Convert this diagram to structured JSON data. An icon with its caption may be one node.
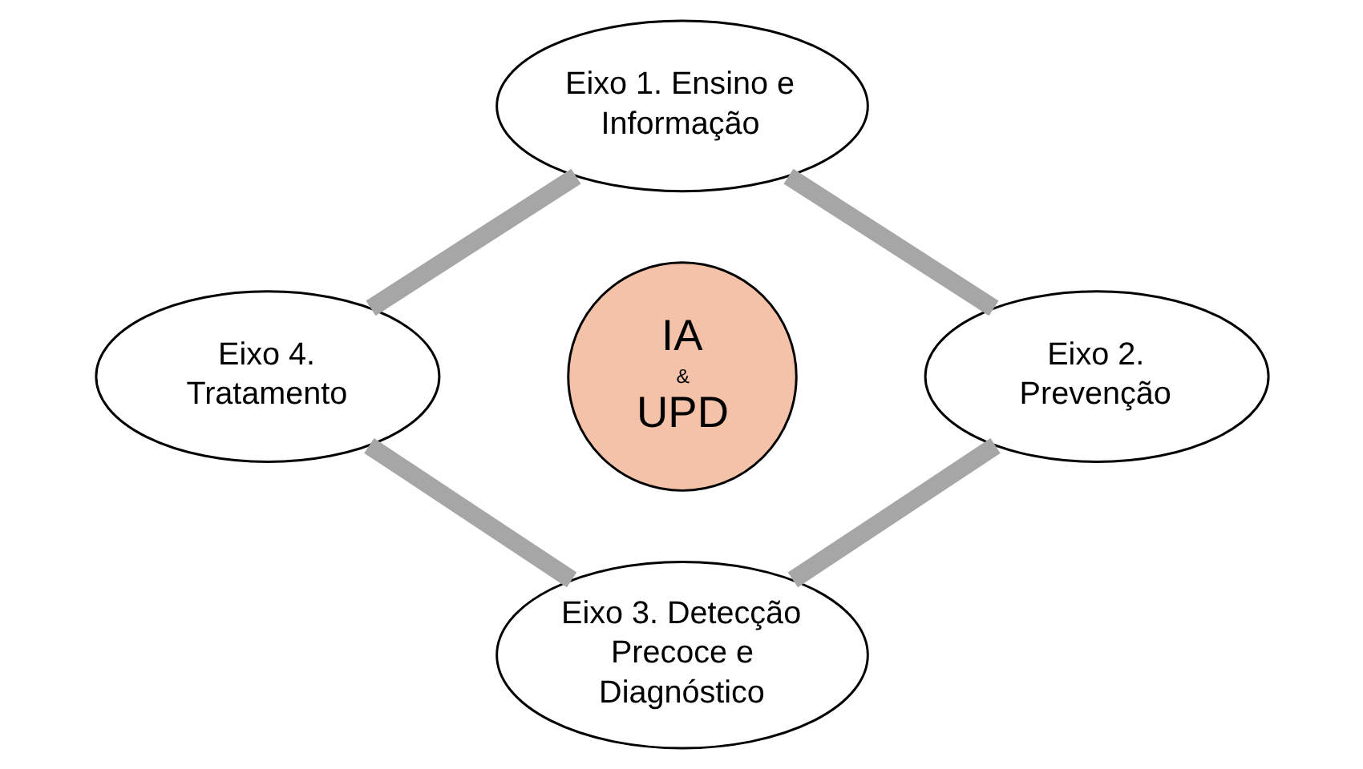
{
  "diagram": {
    "nodes": [
      {
        "text": [
          "Eixo 1. Ensino e Informação"
        ]
      },
      {
        "text": [
          "Eixo 4. Tratamento"
        ]
      },
      {
        "text": [
          "IA",
          "&",
          "UPD"
        ]
      },
      {
        "text": [
          "Eixo 2. Prevenção"
        ]
      },
      {
        "text": [
          "Eixo 3. Detecção Precoce e Diagnóstico"
        ]
      }
    ],
    "edges": [
      {
        "from": 0,
        "to": 3,
        "arrow": "none"
      },
      {
        "from": 3,
        "to": 4,
        "arrow": "none"
      },
      {
        "from": 4,
        "to": 1,
        "arrow": "none"
      },
      {
        "from": 1,
        "to": 0,
        "arrow": "none"
      }
    ]
  }
}
